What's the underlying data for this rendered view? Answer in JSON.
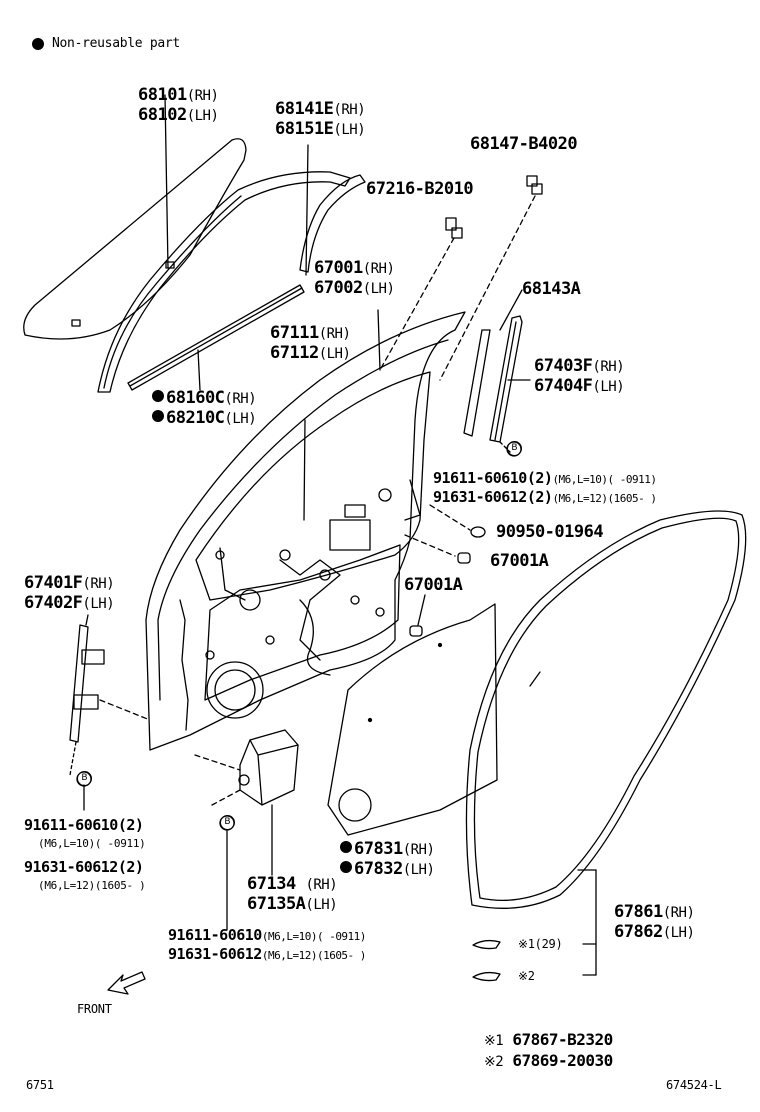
{
  "legend": {
    "nonreusable": "Non-reusable part"
  },
  "parts": {
    "glass": {
      "rh": "68101",
      "rh_q": "(RH)",
      "lh": "68102",
      "lh_q": "(LH)"
    },
    "run_channel": {
      "rh": "68141E",
      "rh_q": "(RH)",
      "lh": "68151E",
      "lh_q": "(LH)"
    },
    "stopper": {
      "no": "68147-B4020"
    },
    "clip": {
      "no": "67216-B2010"
    },
    "panel": {
      "rh": "67001",
      "rh_q": "(RH)",
      "lh": "67002",
      "lh_q": "(LH)"
    },
    "frame": {
      "rh": "67111",
      "rh_q": "(RH)",
      "lh": "67112",
      "lh_q": "(LH)"
    },
    "belt_mold": {
      "rh": "68160C",
      "rh_q": "(RH)",
      "lh": "68210C",
      "lh_q": "(LH)"
    },
    "rear_channel": {
      "no": "68143A"
    },
    "rear_frame": {
      "rh": "67403F",
      "rh_q": "(RH)",
      "lh": "67404F",
      "lh_q": "(LH)"
    },
    "bolt_a1": {
      "no": "91611-60610(2)",
      "q": "(M6,L=10)(      -0911)"
    },
    "bolt_a2": {
      "no": "91631-60612(2)",
      "q": "(M6,L=12)(1605-      )"
    },
    "plug": {
      "no": "90950-01964"
    },
    "grommet_a": {
      "no": "67001A"
    },
    "grommet_b": {
      "no": "67001A"
    },
    "front_frame": {
      "rh": "67401F",
      "rh_q": "(RH)",
      "lh": "67402F",
      "lh_q": "(LH)"
    },
    "bolt_b1": {
      "no": "91611-60610(2)",
      "q": "(M6,L=10)(      -0911)"
    },
    "bolt_b2": {
      "no": "91631-60612(2)",
      "q": "(M6,L=12)(1605-      )"
    },
    "service_cover": {
      "rh": "67831",
      "rh_q": "(RH)",
      "lh": "67832",
      "lh_q": "(LH)"
    },
    "guide": {
      "rh": "67134",
      "rh_q": "(RH)",
      "lh": "67135A",
      "lh_q": "(LH)"
    },
    "bolt_c1": {
      "no": "91611-60610",
      "q": "(M6,L=10)(      -0911)"
    },
    "bolt_c2": {
      "no": "91631-60612",
      "q": "(M6,L=12)(1605-      )"
    },
    "weatherstrip": {
      "rh": "67861",
      "rh_q": "(RH)",
      "lh": "67862",
      "lh_q": "(LH)"
    },
    "clip1": {
      "label": "※1(29)"
    },
    "clip2": {
      "label": "※2"
    }
  },
  "callout_b": "B",
  "notes": {
    "n1_mark": "※1",
    "n1_no": "67867-B2320",
    "n2_mark": "※2",
    "n2_no": "67869-20030"
  },
  "front_label": "FRONT",
  "footer": {
    "left": "6751",
    "right": "674524-L"
  }
}
